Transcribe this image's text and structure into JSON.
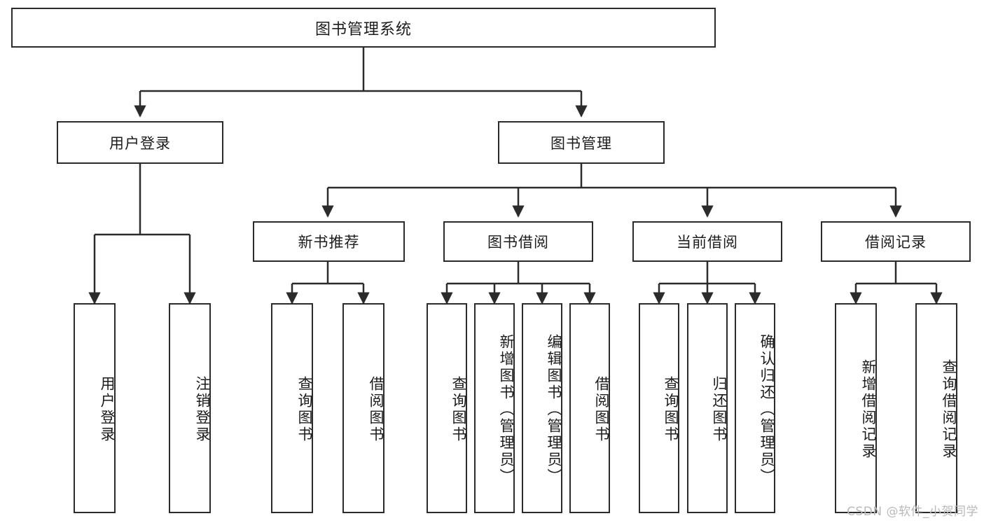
{
  "diagram": {
    "title": "图书管理系统",
    "type": "tree-hierarchy-diagram",
    "colors": {
      "stroke": "#2b2b2b",
      "fill": "#ffffff",
      "text": "#1c1c1c",
      "watermark": "#b9b9b9"
    },
    "nodes": {
      "root": {
        "label": "图书管理系统"
      },
      "level2": [
        {
          "id": "user-login",
          "label": "用户登录"
        },
        {
          "id": "book-management",
          "label": "图书管理"
        }
      ],
      "level3": [
        {
          "id": "new-book-recommend",
          "label": "新书推荐"
        },
        {
          "id": "book-borrow",
          "label": "图书借阅"
        },
        {
          "id": "current-borrow",
          "label": "当前借阅"
        },
        {
          "id": "borrow-record",
          "label": "借阅记录"
        }
      ],
      "leaves": {
        "user_login": [
          {
            "id": "leaf-user-login",
            "label": "用户登录"
          },
          {
            "id": "leaf-logout-login",
            "label": "注销登录"
          }
        ],
        "new_book_recommend": [
          {
            "id": "leaf-query-book-1",
            "label": "查询图书"
          },
          {
            "id": "leaf-borrow-book-1",
            "label": "借阅图书"
          }
        ],
        "book_borrow": [
          {
            "id": "leaf-query-book-2",
            "label": "查询图书"
          },
          {
            "id": "leaf-add-book",
            "label": "新增图书（管理员）"
          },
          {
            "id": "leaf-edit-book",
            "label": "编辑图书（管理员）"
          },
          {
            "id": "leaf-borrow-book-2",
            "label": "借阅图书"
          }
        ],
        "current_borrow": [
          {
            "id": "leaf-query-book-3",
            "label": "查询图书"
          },
          {
            "id": "leaf-return-book",
            "label": "归还图书"
          },
          {
            "id": "leaf-confirm-return",
            "label": "确认归还（管理员）"
          }
        ],
        "borrow_record": [
          {
            "id": "leaf-add-borrow-record",
            "label": "新增借阅记录"
          },
          {
            "id": "leaf-query-borrow-record",
            "label": "查询借阅记录"
          }
        ]
      }
    },
    "watermark": "CSDN @软件_小贺同学"
  }
}
